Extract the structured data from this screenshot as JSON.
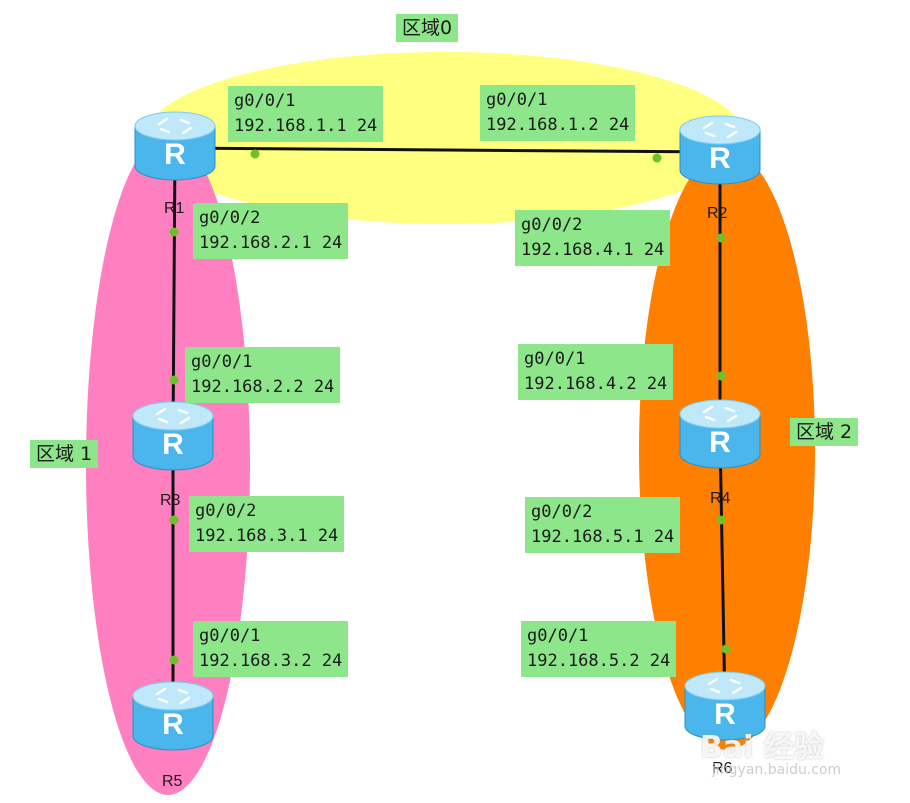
{
  "areas": [
    {
      "id": "area0",
      "label": "区域0",
      "color": "#ffff80"
    },
    {
      "id": "area1",
      "label": "区域 1",
      "color": "#ff80c0"
    },
    {
      "id": "area2",
      "label": "区域 2",
      "color": "#ff8000"
    }
  ],
  "routers": [
    {
      "id": "R1",
      "name": "R1",
      "glyph": "R"
    },
    {
      "id": "R2",
      "name": "R2",
      "glyph": "R"
    },
    {
      "id": "R3",
      "name": "R3",
      "glyph": "R"
    },
    {
      "id": "R4",
      "name": "R4",
      "glyph": "R"
    },
    {
      "id": "R5",
      "name": "R5",
      "glyph": "R"
    },
    {
      "id": "R6",
      "name": "R6",
      "glyph": "R"
    }
  ],
  "links": [
    {
      "from": "R1",
      "to": "R2"
    },
    {
      "from": "R1",
      "to": "R3"
    },
    {
      "from": "R3",
      "to": "R5"
    },
    {
      "from": "R2",
      "to": "R4"
    },
    {
      "from": "R4",
      "to": "R6"
    }
  ],
  "interfaces": [
    {
      "router": "R1",
      "port": "g0/0/1",
      "ip": "192.168.1.1 24"
    },
    {
      "router": "R2",
      "port": "g0/0/1",
      "ip": "192.168.1.2 24"
    },
    {
      "router": "R1",
      "port": "g0/0/2",
      "ip": "192.168.2.1 24"
    },
    {
      "router": "R2",
      "port": "g0/0/2",
      "ip": "192.168.4.1 24"
    },
    {
      "router": "R3",
      "port": "g0/0/1",
      "ip": "192.168.2.2 24"
    },
    {
      "router": "R4",
      "port": "g0/0/1",
      "ip": "192.168.4.2 24"
    },
    {
      "router": "R3",
      "port": "g0/0/2",
      "ip": "192.168.3.1 24"
    },
    {
      "router": "R4",
      "port": "g0/0/2",
      "ip": "192.168.5.1 24"
    },
    {
      "router": "R5",
      "port": "g0/0/1",
      "ip": "192.168.3.2 24"
    },
    {
      "router": "R6",
      "port": "g0/0/1",
      "ip": "192.168.5.2 24"
    }
  ],
  "watermark": {
    "text": "Bai 经验",
    "url": "jingyan.baidu.com"
  },
  "colors": {
    "link": "#111111",
    "port_dot": "#6cc02a",
    "label_bg": "#8de68a",
    "router_top": "#bfe9fb",
    "router_body": "#4bb6ec"
  }
}
